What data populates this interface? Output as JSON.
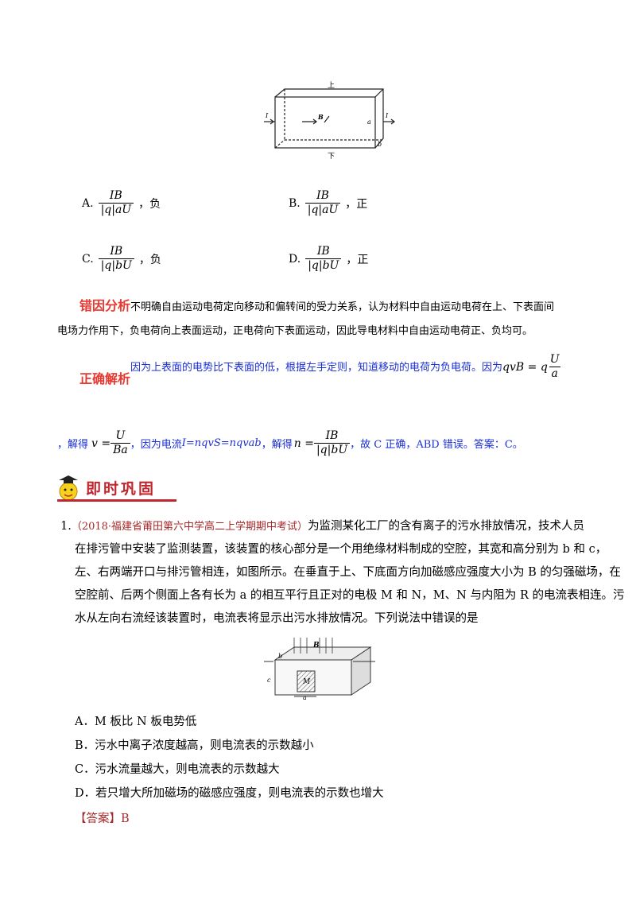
{
  "figure1": {
    "top": "上",
    "bottom": "下",
    "I_left": "I",
    "I_right": "I",
    "B": "B",
    "a": "a",
    "b": "b"
  },
  "options_top": [
    {
      "label": "A.",
      "num": "IB",
      "den": "|q|aU",
      "suffix": "，负"
    },
    {
      "label": "B.",
      "num": "IB",
      "den": "|q|aU",
      "suffix": "，正"
    },
    {
      "label": "C.",
      "num": "IB",
      "den": "|q|bU",
      "suffix": "，负"
    },
    {
      "label": "D.",
      "num": "IB",
      "den": "|q|bU",
      "suffix": "，正"
    }
  ],
  "error_analysis": {
    "tag": "错因分析",
    "line1": "不明确自由运动电荷定向移动和偏转间的受力关系，认为材料中自由运动电荷在上、下表面间",
    "line2": "电场力作用下，负电荷向上表面运动，正电荷向下表面运动，因此导电材料中自由运动电荷正、负均可。"
  },
  "correct_analysis": {
    "tag": "正确解析",
    "line1": "因为上表面的电势比下表面的低，根据左手定则，知道移动的电荷为负电荷。因为",
    "eq1_left": "qvB = q",
    "eq1_num": "U",
    "eq1_den": "a",
    "l2_a": "，解得",
    "l2_v": "v =",
    "l2_v_num": "U",
    "l2_v_den": "Ba",
    "l2_b": "，因为电流",
    "l2_I": "I=nqvS=nqvab",
    "l2_c": "，解得",
    "l2_n": "n =",
    "l2_n_num": "IB",
    "l2_n_den": "|q|bU",
    "l2_d": "，故 C 正确，ABD 错误。答案：C。"
  },
  "section_banner": "即时巩固",
  "question": {
    "number": "1.",
    "source": "（2018·福建省莆田第六中学高二上学期期中考试）",
    "lines": [
      "为监测某化工厂的含有离子的污水排放情况，技术人员",
      "在排污管中安装了监测装置，该装置的核心部分是一个用绝缘材料制成的空腔，其宽和高分别为 b 和 c，",
      "左、右两端开口与排污管相连，如图所示。在垂直于上、下底面方向加磁感应强度大小为 B 的匀强磁场，在",
      "空腔前、后两个侧面上各有长为 a 的相互平行且正对的电极 M 和 N，M、N 与内阻为 R 的电流表相连。污",
      "水从左向右流经该装置时，电流表将显示出污水排放情况。下列说法中错误的是"
    ],
    "figure": {
      "B": "B",
      "b": "b",
      "c": "c",
      "M": "M",
      "a": "a"
    },
    "choices": [
      "A．M 板比 N 板电势低",
      "B．污水中离子浓度越高，则电流表的示数越小",
      "C．污水流量越大，则电流表的示数越大",
      "D．若只增大所加磁场的磁感应强度，则电流表的示数也增大"
    ],
    "answer_label": "【答案】",
    "answer_value": "B"
  }
}
